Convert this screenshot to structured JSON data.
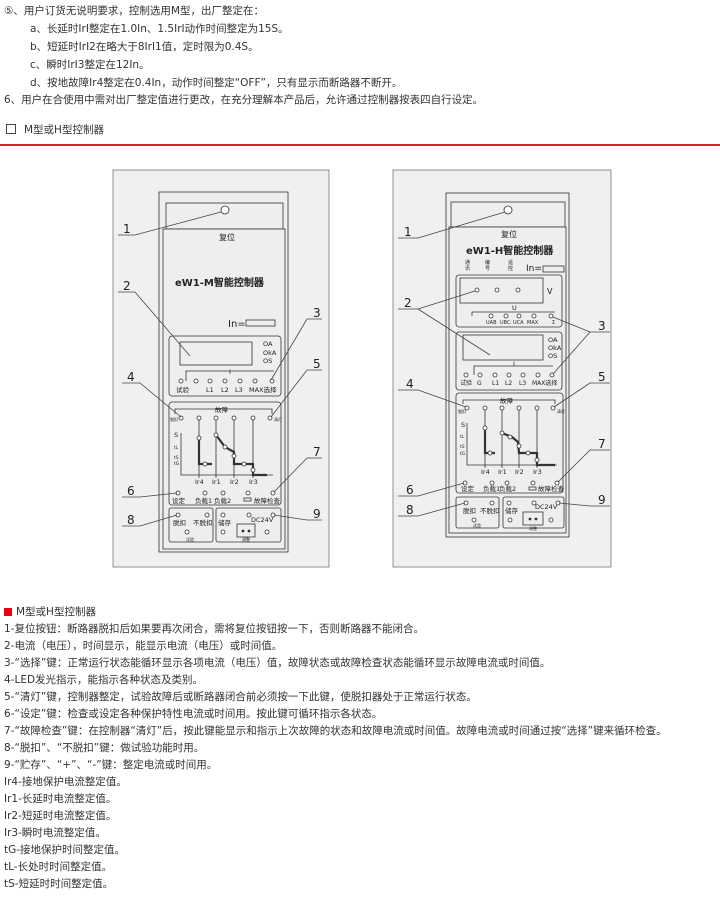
{
  "intro": {
    "item5": "⑤、用户订货无说明要求，控制选用M型，出厂整定在：",
    "a": "a、长延时IrI整定在1.0In、1.5IrI动作时间整定为15S。",
    "b": "b、短延时IrI2在略大于8IrI1值，定时限为0.4S。",
    "c": "c、瞬时IrI3整定在12In。",
    "d": "d、按地故障Ir4整定在0.4In，动作时间整定“OFF”，只有显示而断路器不断开。",
    "item6": "6、用户在合使用中需对出厂整定值进行更改，在充分理解本产品后，允许通过控制器按表四自行设定。"
  },
  "section_heading": "M型或H型控制器",
  "accent_color": "#d9232d",
  "panel_m": {
    "reset": "复位",
    "title": "eW1-M智能控制器",
    "in_label": "In=",
    "units": [
      "OA",
      "OkA",
      "OS"
    ],
    "i_label": "I",
    "display_keys": [
      "试验",
      "L1",
      "L2",
      "L3",
      "MAX选择"
    ],
    "fault": "故障",
    "trip_small": "脱扣",
    "clear_small": "清灯",
    "axis": [
      "S",
      "tL",
      "tS",
      "tG"
    ],
    "currents": [
      "Ir4",
      "Ir1",
      "Ir2",
      "Ir3"
    ],
    "bottom_keys": [
      "设定",
      "负载1",
      "负载2",
      "故障检查"
    ],
    "test_keys": [
      "脱扣",
      "不脱扣"
    ],
    "test_label": "试验",
    "store": "储存",
    "dc": "DC24V",
    "adjust": "调整",
    "callouts": [
      "1",
      "2",
      "3",
      "4",
      "5",
      "6",
      "7",
      "8",
      "9"
    ]
  },
  "panel_h": {
    "reset": "复位",
    "title": "eW1-H智能控制器",
    "in_label": "In=",
    "comm": [
      "通",
      "讯",
      "编",
      "号",
      "遥",
      "控"
    ],
    "v_label": "V",
    "u_label": "U",
    "u_keys": [
      "UAB",
      "UBC",
      "UCA",
      "MAX",
      "Σ"
    ],
    "units": [
      "OA",
      "OkA",
      "OS"
    ],
    "i_label": "I",
    "display_keys": [
      "试验",
      "G",
      "L1",
      "L2",
      "L3",
      "MAX选择"
    ],
    "fault": "故障",
    "trip_small": "脱扣",
    "clear_small": "清灯",
    "axis": [
      "S",
      "tL",
      "tS",
      "tG"
    ],
    "currents": [
      "Ir4",
      "Ir1",
      "Ir2",
      "Ir3"
    ],
    "bottom_keys": [
      "设定",
      "负载1",
      "负载2",
      "故障检查"
    ],
    "test_keys": [
      "脱扣",
      "不脱扣"
    ],
    "test_label": "试验",
    "store": "储存",
    "dc": "DC24V",
    "adjust": "调整",
    "callouts": [
      "1",
      "2",
      "3",
      "4",
      "5",
      "6",
      "7",
      "8",
      "9"
    ]
  },
  "legend": {
    "heading": "M型或H型控制器",
    "items": [
      "1-复位按钮：断路器脱扣后如果要再次闭合，需将复位按钮按一下，否则断路器不能闭合。",
      "2-电流（电压），时间显示，能显示电流（电压）或时间值。",
      "3-“选择”键：正常运行状态能循环显示各项电流（电压）值，故障状态或故障检查状态能循环显示故障电流或时间值。",
      "4-LED发光指示，能指示各种状态及类别。",
      "5-“清灯”键，控制器整定，试验故障后或断路器闭合前必须按一下此键，使脱扣器处于正常运行状态。",
      "6-“设定”键：检查或设定各种保护特性电流或时间用。按此键可循环指示各状态。",
      "7-“故障检查”键：在控制器“清灯”后，按此键能显示和指示上次故障的状态和故障电流或时间值。故障电流或时间通过按“选择”键来循环检查。",
      "8-“脱扣”、“不脱扣”键：做试验功能时用。",
      "9-“贮存”、“+”、“-”键：整定电流或时间用。",
      "Ir4-接地保护电流整定值。",
      "Ir1-长延时电流整定值。",
      "Ir2-短延时电流整定值。",
      "Ir3-瞬时电流整定值。",
      "tG-接地保护时间整定值。",
      "tL-长处时时间整定值。",
      "tS-短延时时间整定值。"
    ]
  }
}
